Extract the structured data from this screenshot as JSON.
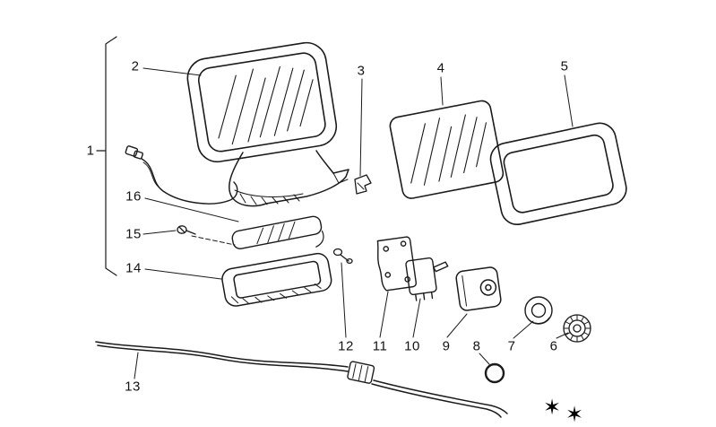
{
  "diagram": {
    "kind": "exploded-parts-line-drawing",
    "colors": {
      "ink": "#1b1b1b",
      "paper": "#ffffff"
    },
    "callouts": [
      {
        "label": "1"
      },
      {
        "label": "2"
      },
      {
        "label": "3"
      },
      {
        "label": "4"
      },
      {
        "label": "5"
      },
      {
        "label": "6"
      },
      {
        "label": "7"
      },
      {
        "label": "8"
      },
      {
        "label": "9"
      },
      {
        "label": "10"
      },
      {
        "label": "11"
      },
      {
        "label": "12"
      },
      {
        "label": "13"
      },
      {
        "label": "14"
      },
      {
        "label": "15"
      },
      {
        "label": "16"
      }
    ],
    "stars": [
      "✶",
      "✶"
    ]
  }
}
